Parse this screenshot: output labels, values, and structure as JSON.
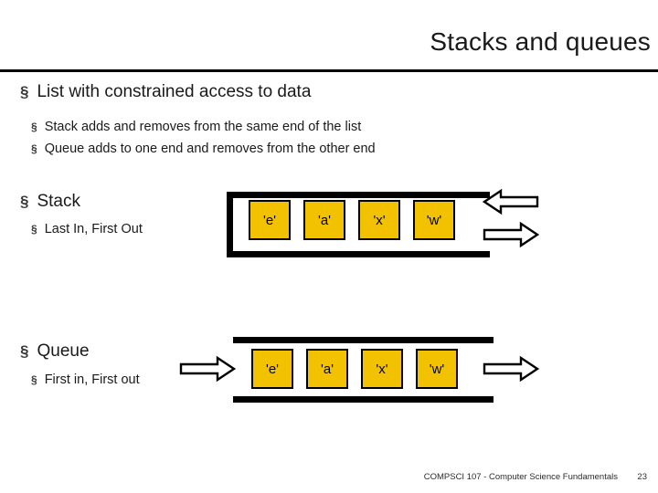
{
  "slide": {
    "title": "Stacks and queues",
    "bullets": [
      {
        "level": 1,
        "text": "List with constrained access to data"
      },
      {
        "level": 2,
        "text": "Stack adds and removes from the same end of the list"
      },
      {
        "level": 2,
        "text": "Queue adds to one end and removes from the other end"
      },
      {
        "level": 1,
        "text": "Stack"
      },
      {
        "level": 2,
        "text": "Last In, First Out"
      },
      {
        "level": 1,
        "text": "Queue"
      },
      {
        "level": 2,
        "text": "First in, First out"
      }
    ],
    "bullet_marker": "§",
    "stack_diagram": {
      "cells": [
        "'e'",
        "'a'",
        "'x'",
        "'w'"
      ],
      "arrows": [
        "arrow-left",
        "arrow-right"
      ]
    },
    "queue_diagram": {
      "cells": [
        "'e'",
        "'a'",
        "'x'",
        "'w'"
      ],
      "arrows": [
        "arrow-right-in",
        "arrow-right-out"
      ]
    },
    "footer": {
      "course": "COMPSCI 107 - Computer Science Fundamentals",
      "page": "23"
    },
    "colors": {
      "cell_fill": "#f2c100",
      "rule": "#000000",
      "text": "#1a1a1a"
    }
  }
}
